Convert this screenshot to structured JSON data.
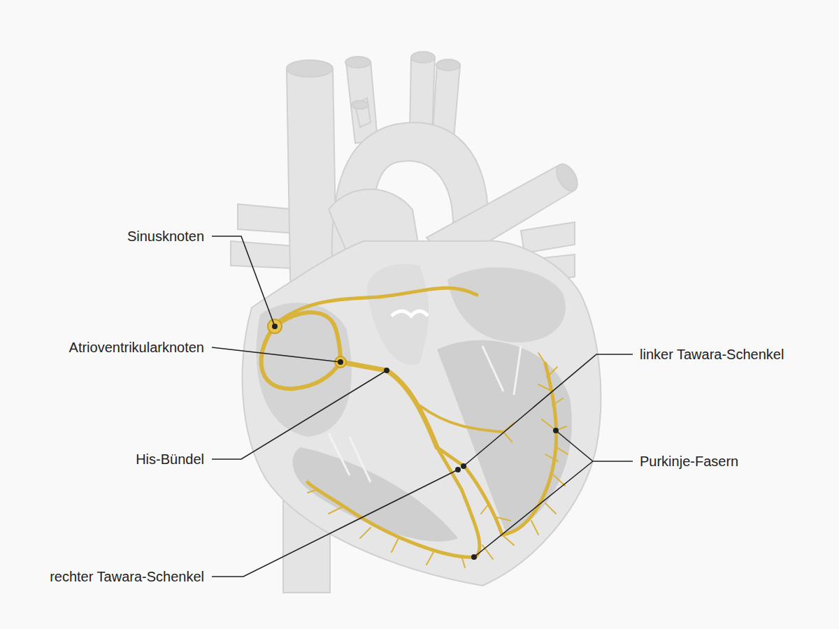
{
  "diagram": {
    "labels": [
      "Sinusknoten",
      "Atrioventrikularknoten",
      "His-Bündel",
      "rechter Tawara-Schenkel",
      "linker Tawara-Schenkel",
      "Purkinje-Fasern"
    ]
  }
}
